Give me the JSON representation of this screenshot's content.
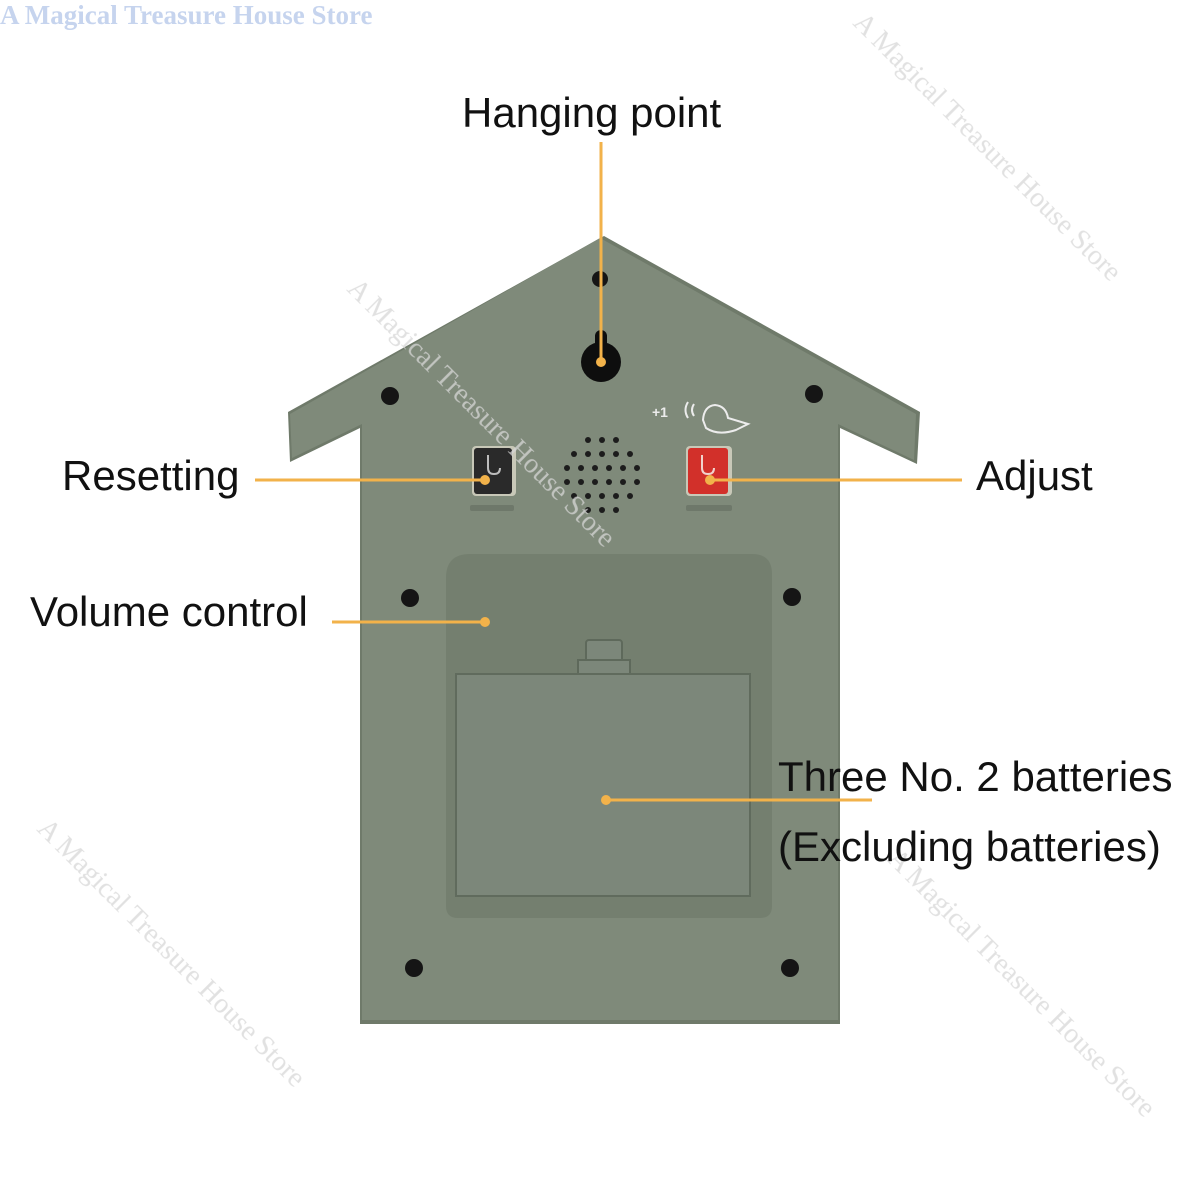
{
  "watermark": "A Magical Treasure House Store",
  "labels": {
    "hanging_point": "Hanging point",
    "resetting": "Resetting",
    "adjust": "Adjust",
    "volume_control": "Volume control",
    "batteries_line1": "Three No. 2 batteries",
    "batteries_line2": "(Excluding batteries)"
  },
  "icon_text": {
    "plus_one": "+1"
  },
  "colors": {
    "body": "#7f8a7a",
    "accent": "#f2b24a",
    "adjust_button": "#d2302a",
    "reset_button": "#2a2a2a"
  }
}
